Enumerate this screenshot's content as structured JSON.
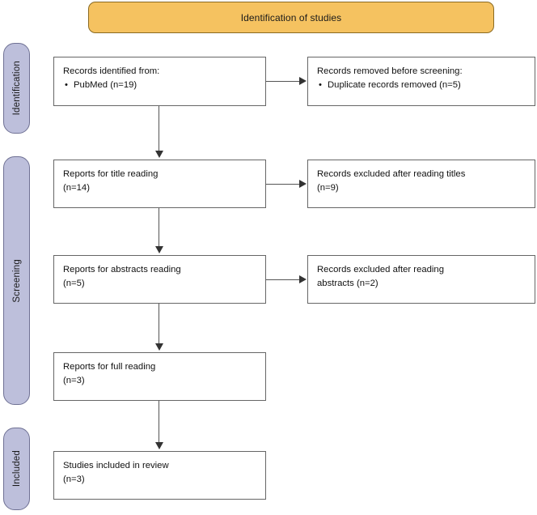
{
  "banner": {
    "label": "Identification of studies",
    "color": "#F5C260"
  },
  "stages": {
    "color": "#BDBFDB",
    "identification": "Identification",
    "screening": "Screening",
    "included": "Included"
  },
  "boxes": {
    "identified": {
      "line1": "Records identified from:",
      "bullet1": "PubMed (n=19)"
    },
    "removed": {
      "line1": "Records removed before screening:",
      "bullet1": "Duplicate records removed (n=5)"
    },
    "title_reading": {
      "line1": "Reports for title reading",
      "line2": "(n=14)"
    },
    "excluded_titles": {
      "line1": "Records excluded after reading titles",
      "line2": "(n=9)"
    },
    "abstract_reading": {
      "line1": "Reports for abstracts reading",
      "line2": "(n=5)"
    },
    "excluded_abstracts": {
      "line1": "Records excluded after reading",
      "line2": "abstracts (n=2)"
    },
    "full_reading": {
      "line1": "Reports for full reading",
      "line2": "(n=3)"
    },
    "included_review": {
      "line1": "Studies included in review",
      "line2": "(n=3)"
    }
  }
}
